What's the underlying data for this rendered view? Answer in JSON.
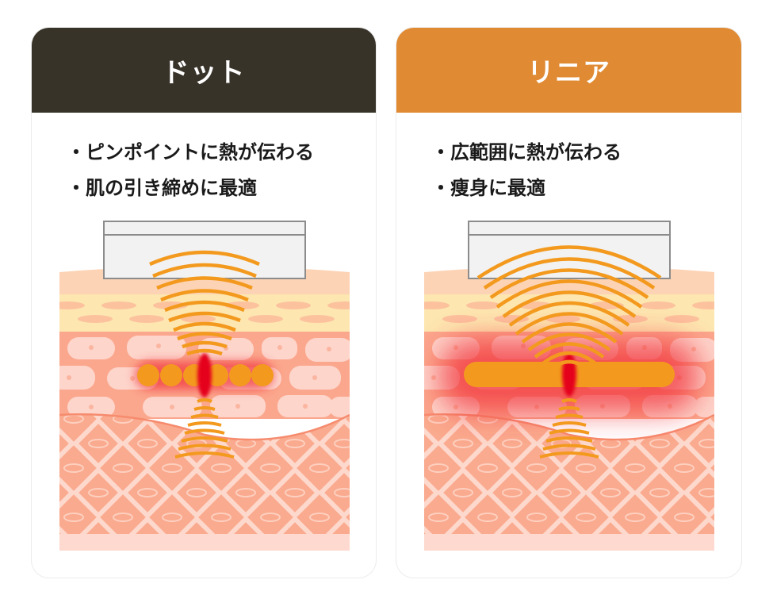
{
  "panels": [
    {
      "id": "dot",
      "title": "ドット",
      "header_color": "#383328",
      "bullets": [
        "・ピンポイントに熱が伝わる",
        "・肌の引き締めに最適"
      ],
      "illustration": {
        "type": "dot-heating",
        "heat_shape": "row-of-7-dots",
        "heat_color": "#F39A1E",
        "focus_color": "#E5001A"
      }
    },
    {
      "id": "linear",
      "title": "リニア",
      "header_color": "#E08A33",
      "bullets": [
        "・広範囲に熱が伝わる",
        "・痩身に最適"
      ],
      "illustration": {
        "type": "linear-heating",
        "heat_shape": "horizontal-bar",
        "heat_color": "#F39A1E",
        "focus_color": "#E5001A"
      }
    }
  ],
  "colors": {
    "wave": "#F39A1E",
    "probe_fill": "#F2F2F2",
    "probe_border": "#8C8C8C",
    "skin_surface": "#FDD3B5",
    "fat_layer": "#FDE6B0",
    "fat_cells": "#FCC29E",
    "dermis": "#FBA78D",
    "dermis_cells": "#FDD5CB",
    "subcutis": "#FAAA8E",
    "subcutis_lines": "#FDD8CC",
    "bottom_strip": "#FDD9CF"
  }
}
